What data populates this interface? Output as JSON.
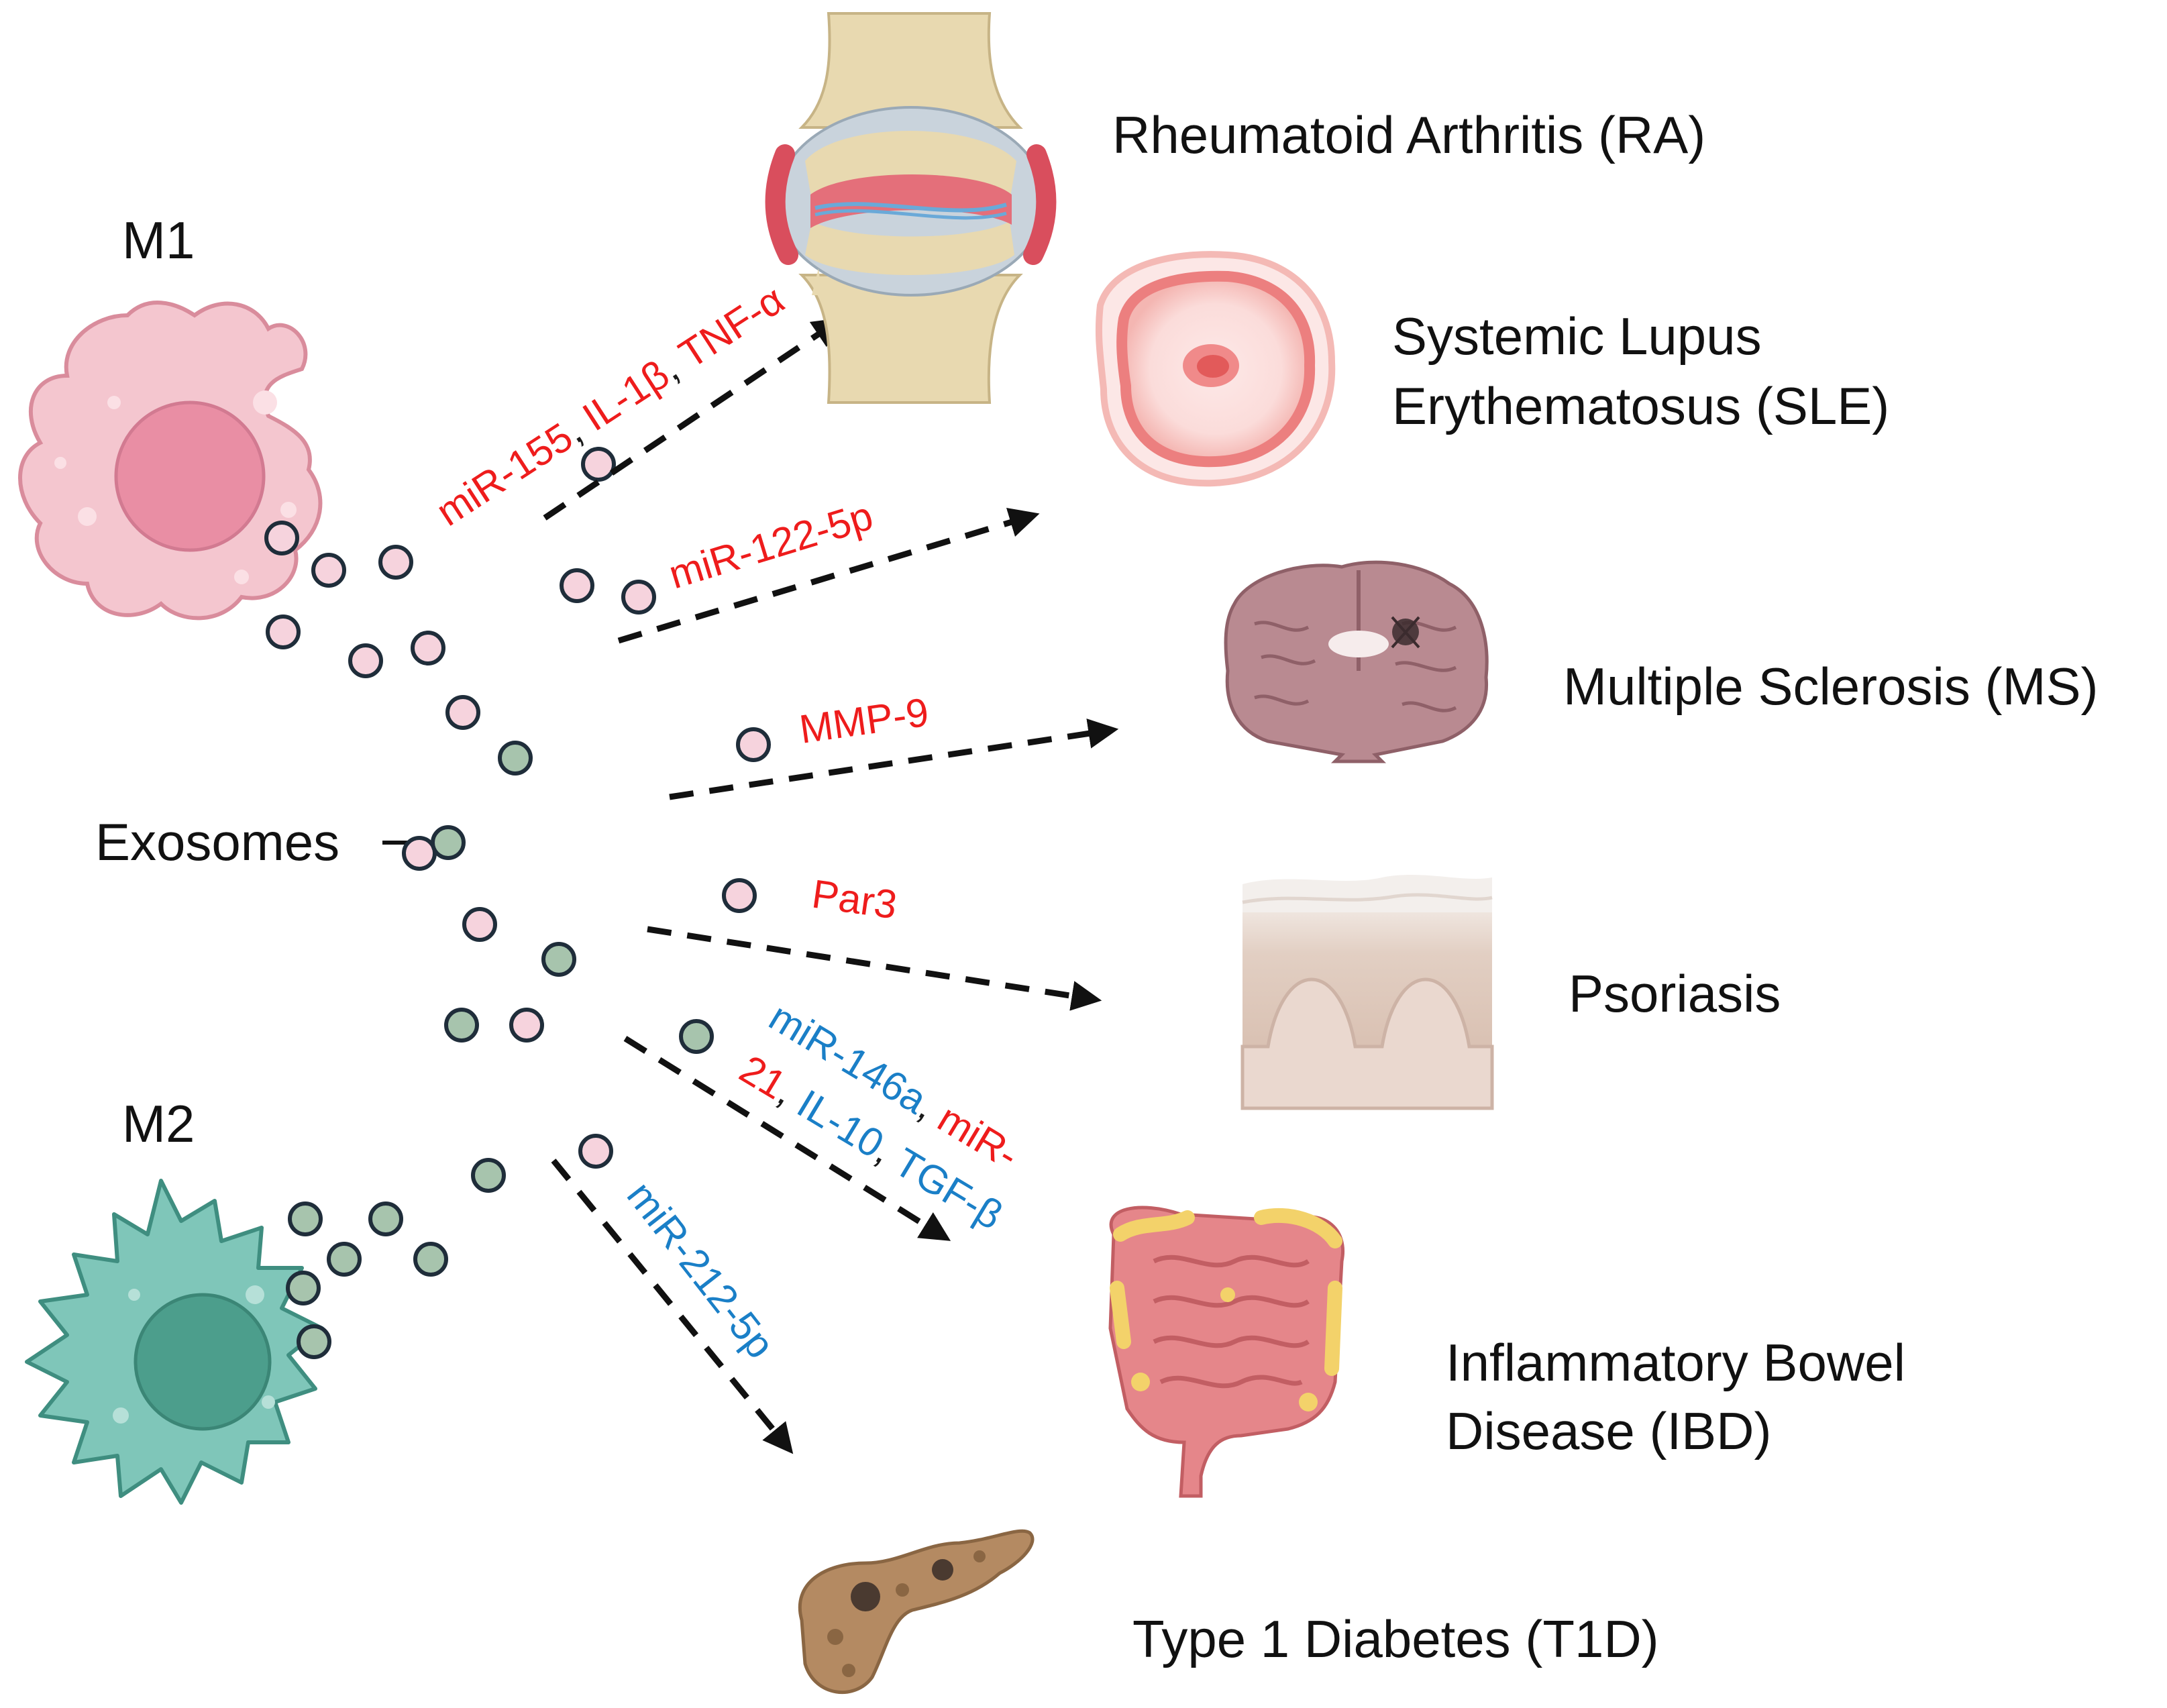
{
  "colors": {
    "pro_inflammatory": "#ee1c1c",
    "anti_inflammatory": "#1a7fc7",
    "m1_cell": "#f4c6cf",
    "m1_nucleus": "#e98ea4",
    "m2_cell": "#7fc6b9",
    "m2_nucleus": "#4c9e8c",
    "exosome_pink": "#f6d3dd",
    "exosome_green": "#a7c4ad"
  },
  "cells": {
    "m1_label": "M1",
    "m2_label": "M2",
    "exosomes_label": "Exosomes"
  },
  "pathways": [
    {
      "id": "ra",
      "parts": [
        {
          "text": "miR-155",
          "color": "red"
        },
        {
          "text": ", ",
          "color": "dark"
        },
        {
          "text": "IL-1β",
          "color": "red"
        },
        {
          "text": ", ",
          "color": "dark"
        },
        {
          "text": "TNF-α",
          "color": "red"
        }
      ]
    },
    {
      "id": "sle",
      "parts": [
        {
          "text": "miR-122-5p",
          "color": "red"
        }
      ]
    },
    {
      "id": "ms",
      "parts": [
        {
          "text": "MMP-9",
          "color": "red"
        }
      ]
    },
    {
      "id": "psoriasis",
      "parts": [
        {
          "text": "Par3",
          "color": "red"
        }
      ]
    },
    {
      "id": "ibd",
      "lines": [
        [
          {
            "text": "miR-146a",
            "color": "blue"
          },
          {
            "text": ", ",
            "color": "dark"
          },
          {
            "text": "miR-",
            "color": "red"
          }
        ],
        [
          {
            "text": "21",
            "color": "red"
          },
          {
            "text": ", ",
            "color": "dark"
          },
          {
            "text": "IL-10",
            "color": "blue"
          },
          {
            "text": ", ",
            "color": "dark"
          },
          {
            "text": "TGF-β",
            "color": "blue"
          }
        ]
      ]
    },
    {
      "id": "t1d",
      "parts": [
        {
          "text": "miR-212-5p",
          "color": "blue"
        }
      ]
    }
  ],
  "diseases": {
    "ra": [
      "Rheumatoid Arthritis (RA)"
    ],
    "sle": [
      "Systemic Lupus",
      "Erythematosus (SLE)"
    ],
    "ms": [
      "Multiple Sclerosis (MS)"
    ],
    "psoriasis": [
      "Psoriasis"
    ],
    "ibd": [
      "Inflammatory Bowel",
      "Disease (IBD)"
    ],
    "t1d": [
      "Type 1 Diabetes (T1D)"
    ]
  },
  "icons": [
    "joint-icon",
    "lupus-cell-icon",
    "brain-icon",
    "skin-icon",
    "intestine-icon",
    "pancreas-icon"
  ]
}
